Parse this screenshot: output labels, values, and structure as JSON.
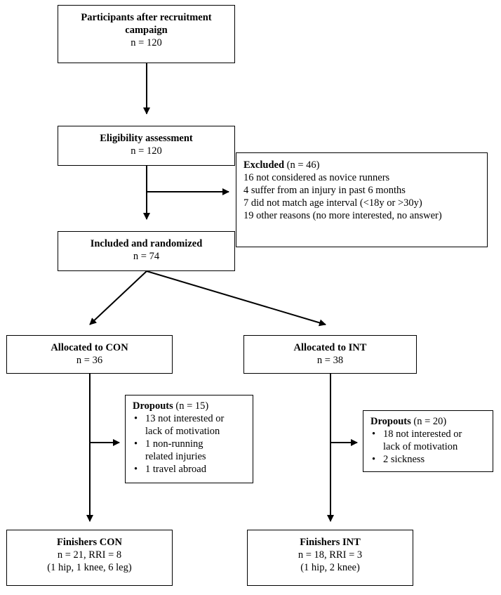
{
  "boxes": {
    "recruitment": {
      "title": "Participants after recruitment campaign",
      "title_line1": "Participants after recruitment",
      "title_line2": "campaign",
      "n": "n = 120"
    },
    "eligibility": {
      "title": "Eligibility assessment",
      "n": "n = 120"
    },
    "excluded": {
      "title": "Excluded",
      "count": " (n = 46)",
      "items": [
        "16 not considered as novice runners",
        "4 suffer from an injury in past 6 months",
        "7 did not match age interval (<18y or >30y)",
        "19 other reasons (no more interested, no answer)"
      ]
    },
    "included": {
      "title": "Included and randomized",
      "n": "n = 74"
    },
    "allocated_con": {
      "title": "Allocated to CON",
      "n": "n = 36"
    },
    "allocated_int": {
      "title": "Allocated to INT",
      "n": "n = 38"
    },
    "dropouts_con": {
      "title": "Dropouts",
      "count": " (n = 15)",
      "items": [
        [
          "13 not interested or",
          "lack of motivation"
        ],
        [
          "1 non-running",
          "related injuries"
        ],
        [
          "1 travel abroad"
        ]
      ]
    },
    "dropouts_int": {
      "title": "Dropouts",
      "count": " (n = 20)",
      "items": [
        [
          "18 not interested or",
          "lack of motivation"
        ],
        [
          "2 sickness"
        ]
      ]
    },
    "finishers_con": {
      "title": "Finishers CON",
      "line1": "n = 21, RRI = 8",
      "line2": "(1 hip, 1 knee, 6 leg)"
    },
    "finishers_int": {
      "title": "Finishers INT",
      "line1": "n = 18, RRI = 3",
      "line2": "(1 hip, 2 knee)"
    }
  }
}
